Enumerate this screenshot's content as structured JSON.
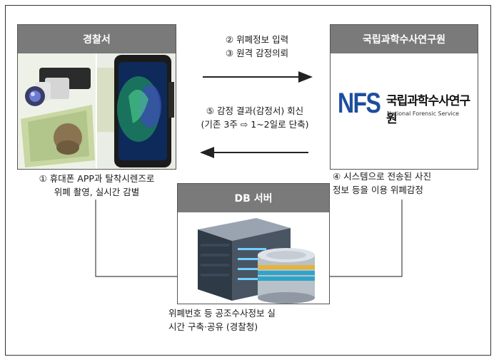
{
  "nodes": {
    "police": {
      "title": "경찰서"
    },
    "nfs": {
      "title": "국립과학수사연구원",
      "logo": {
        "mark": "NFS",
        "korean": "국립과학수사연구원",
        "english": "National Forensic Service"
      }
    },
    "db": {
      "title": "DB 서버"
    }
  },
  "edges": {
    "request": [
      "② 위폐정보 입력",
      "③ 원격 감정의뢰"
    ],
    "reply": [
      "⑤ 감정 결과(감정서) 회신",
      "(기존 3주 ⇨ 1~2일로 단축)"
    ]
  },
  "captions": {
    "police": [
      "① 휴대폰 APP과 탈착시렌즈로",
      "위폐 촬영, 실시간 감별"
    ],
    "nfs": [
      "④ 시스템으로 전송된 사진",
      "정보 등을 이용 위폐감정"
    ],
    "db": [
      "위폐번호 등 공조수사정보 실",
      "시간 구축·공유 (경찰청)"
    ]
  },
  "colors": {
    "header": "#7a7a7a",
    "nfs_blue": "#1d4e9e",
    "border": "#555555"
  }
}
